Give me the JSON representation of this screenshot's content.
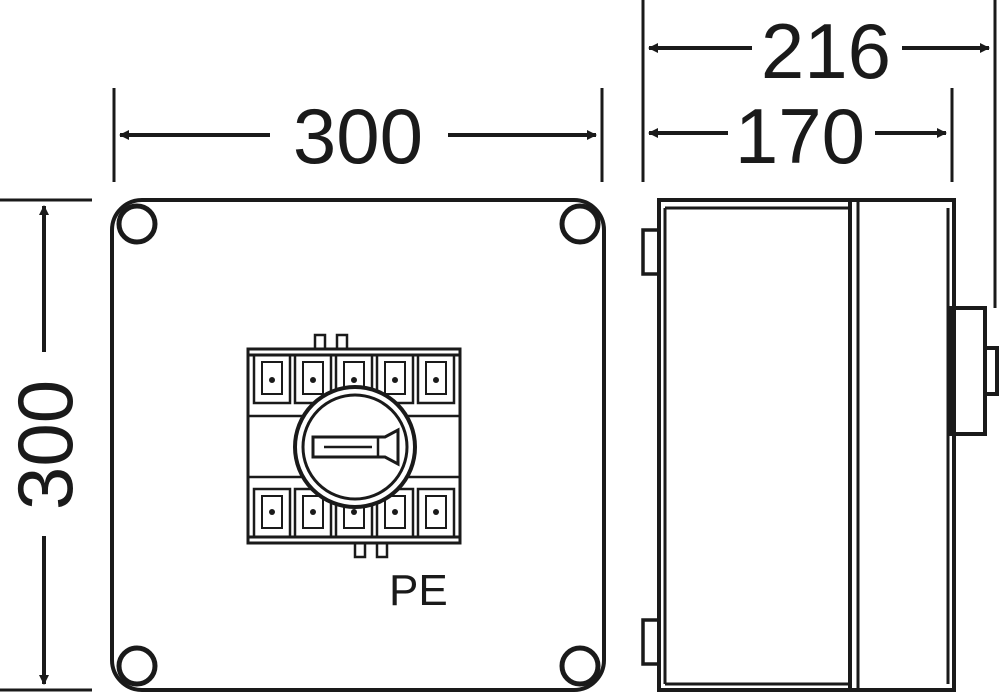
{
  "dimensions": {
    "front_width": "300",
    "front_height": "300",
    "side_depth_total": "216",
    "side_depth_body": "170"
  },
  "labels": {
    "pe": "PE"
  },
  "colors": {
    "line": "#1a1a1a",
    "background": "#ffffff"
  }
}
